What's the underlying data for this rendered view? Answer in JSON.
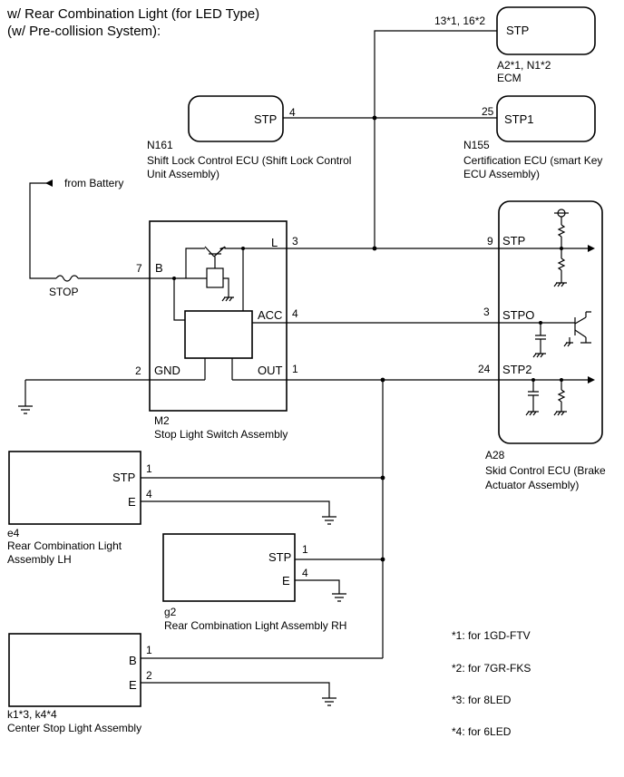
{
  "title": {
    "line1": "w/ Rear Combination Light (for LED Type)",
    "line2": "(w/ Pre-collision System):"
  },
  "ecm": {
    "pin_label": "STP",
    "wire_pins": "13*1, 16*2",
    "connector": "A2*1, N1*2",
    "name": "ECM"
  },
  "shift_lock": {
    "pin_label": "STP",
    "pin_number": "4",
    "connector": "N161",
    "name_line1": "Shift Lock Control ECU (Shift Lock Control",
    "name_line2": "Unit Assembly)"
  },
  "cert_ecu": {
    "pin_label": "STP1",
    "pin_number": "25",
    "connector": "N155",
    "name_line1": "Certification ECU (smart Key",
    "name_line2": "ECU Assembly)"
  },
  "battery": {
    "label": "from Battery"
  },
  "fuse": {
    "label": "STOP"
  },
  "stop_switch": {
    "connector": "M2",
    "name": "Stop Light Switch Assembly",
    "pins": {
      "b_num": "7",
      "b_label": "B",
      "l_label": "L",
      "l_num": "3",
      "acc_label": "ACC",
      "acc_num": "4",
      "gnd_num": "2",
      "gnd_label": "GND",
      "out_label": "OUT",
      "out_num": "1"
    }
  },
  "skid_ecu": {
    "connector": "A28",
    "name_line1": "Skid Control ECU (Brake",
    "name_line2": "Actuator Assembly)",
    "pins": {
      "stp_num": "9",
      "stp_label": "STP",
      "stpo_num": "3",
      "stpo_label": "STPO",
      "stp2_num": "24",
      "stp2_label": "STP2"
    }
  },
  "rear_lh": {
    "connector": "e4",
    "name_line1": "Rear Combination Light",
    "name_line2": "Assembly LH",
    "stp_label": "STP",
    "stp_num": "1",
    "e_label": "E",
    "e_num": "4"
  },
  "rear_rh": {
    "connector": "g2",
    "name": "Rear Combination Light Assembly RH",
    "stp_label": "STP",
    "stp_num": "1",
    "e_label": "E",
    "e_num": "4"
  },
  "center_stop": {
    "connector": "k1*3, k4*4",
    "name": "Center Stop Light Assembly",
    "b_label": "B",
    "b_num": "1",
    "e_label": "E",
    "e_num": "2"
  },
  "notes": [
    "*1: for 1GD-FTV",
    "*2: for 7GR-FKS",
    "*3: for 8LED",
    "*4: for 6LED"
  ]
}
